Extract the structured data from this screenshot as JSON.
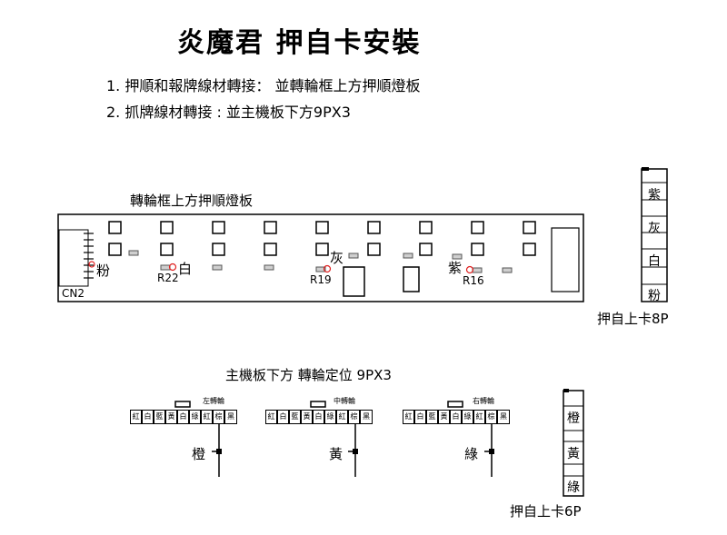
{
  "title": "炎魔君 押自卡安裝",
  "notes": [
    "1. 押順和報牌線材轉接： 並轉輪框上方押順燈板",
    "2. 抓牌線材轉接 : 並主機板下方9PX3"
  ],
  "top_board": {
    "label": "轉輪框上方押順燈板",
    "cn_label": "CN2",
    "color_labels": {
      "pink": "粉",
      "white": "白",
      "gray": "灰",
      "purple": "紫"
    },
    "resistors": [
      "R22",
      "R19",
      "R16"
    ]
  },
  "side_8p": {
    "cells": [
      "紫",
      "灰",
      "白",
      "粉"
    ],
    "label": "押自上卡8P"
  },
  "bottom_section": {
    "label": "主機板下方  轉輪定位 9PX3",
    "connectors": [
      {
        "tag": "左轉輪",
        "wire": "橙"
      },
      {
        "tag": "中轉輪",
        "wire": "黃"
      },
      {
        "tag": "右轉輪",
        "wire": "綠"
      }
    ],
    "pins": [
      "紅",
      "白",
      "藍",
      "黃",
      "白",
      "綠",
      "紅",
      "棕",
      "黑"
    ]
  },
  "side_6p": {
    "cells": [
      "橙",
      "黃",
      "綠"
    ],
    "label": "押自上卡6P"
  },
  "colors": {
    "line": "#000000",
    "resistor_fill": "#cfcfcf",
    "marker": "#e02020"
  }
}
